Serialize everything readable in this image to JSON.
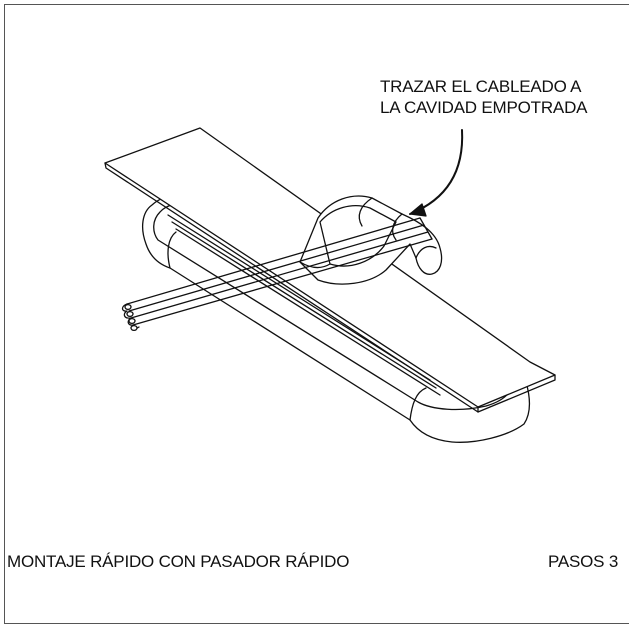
{
  "callout": {
    "line1": "TRAZAR EL CABLEADO A",
    "line2": "LA CAVIDAD EMPOTRADA"
  },
  "footer": {
    "title": "MONTAJE RÁPIDO CON PASADOR RÁPIDO",
    "steps": "PASOS 3"
  },
  "colors": {
    "line": "#111111",
    "frame": "#555555",
    "background": "#ffffff"
  }
}
